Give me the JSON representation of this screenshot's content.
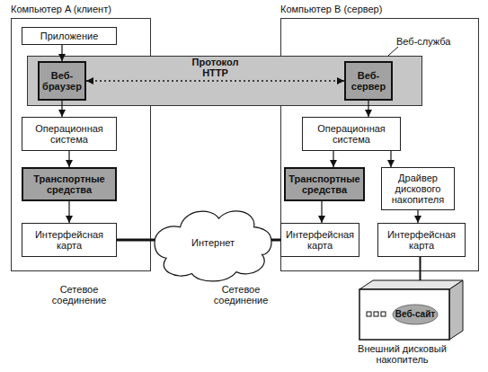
{
  "diagram": {
    "nodes": [
      {
        "text": [
          "Компьютер A (клиент)"
        ]
      },
      {
        "text": [
          "Компьютер B (сервер)"
        ]
      },
      {
        "text": [
          "Веб-служба"
        ]
      },
      {
        "text": [
          "Приложение"
        ],
        "in": 0
      },
      {
        "text": [
          "Веб-браузер"
        ],
        "in": 2
      },
      {
        "text": [
          "Веб-сервер"
        ],
        "in": 2
      },
      {
        "text": [
          "Операционная система"
        ],
        "in": 0
      },
      {
        "text": [
          "Транспортные средства"
        ],
        "in": 0
      },
      {
        "text": [
          "Интерфейсная карта"
        ],
        "in": 0
      },
      {
        "text": [
          "Операционная система"
        ],
        "in": 1
      },
      {
        "text": [
          "Транспортные средства"
        ],
        "in": 1
      },
      {
        "text": [
          "Драйвер дискового накопителя"
        ],
        "in": 1
      },
      {
        "text": [
          "Интерфейсная карта"
        ],
        "in": 1
      },
      {
        "text": [
          "Интерфейсная карта"
        ],
        "in": 1
      },
      {
        "text": [
          "Интернет"
        ]
      },
      {
        "text": [
          "Веб-сайт",
          "Внешний дисковый накопитель"
        ]
      }
    ],
    "edges": [
      {
        "from": 3,
        "to": 4,
        "arrow": "to"
      },
      {
        "from": 4,
        "to": 6,
        "arrow": "to"
      },
      {
        "from": 6,
        "to": 7,
        "arrow": "to"
      },
      {
        "from": 7,
        "to": 8,
        "arrow": "to"
      },
      {
        "from": 4,
        "to": 5,
        "arrow": "both",
        "label": "Протокол HTTP"
      },
      {
        "from": 5,
        "to": 9,
        "arrow": "to"
      },
      {
        "from": 9,
        "to": 10,
        "arrow": "to"
      },
      {
        "from": 9,
        "to": 11,
        "arrow": "to"
      },
      {
        "from": 10,
        "to": 12,
        "arrow": "to"
      },
      {
        "from": 11,
        "to": 13,
        "arrow": "to"
      },
      {
        "from": 8,
        "to": 14,
        "arrow": "none"
      },
      {
        "from": 14,
        "to": 12,
        "arrow": "none"
      },
      {
        "from": 13,
        "to": 15,
        "arrow": "none"
      }
    ],
    "labels": [
      "Сетевое соединение",
      "Сетевое соединение"
    ]
  }
}
